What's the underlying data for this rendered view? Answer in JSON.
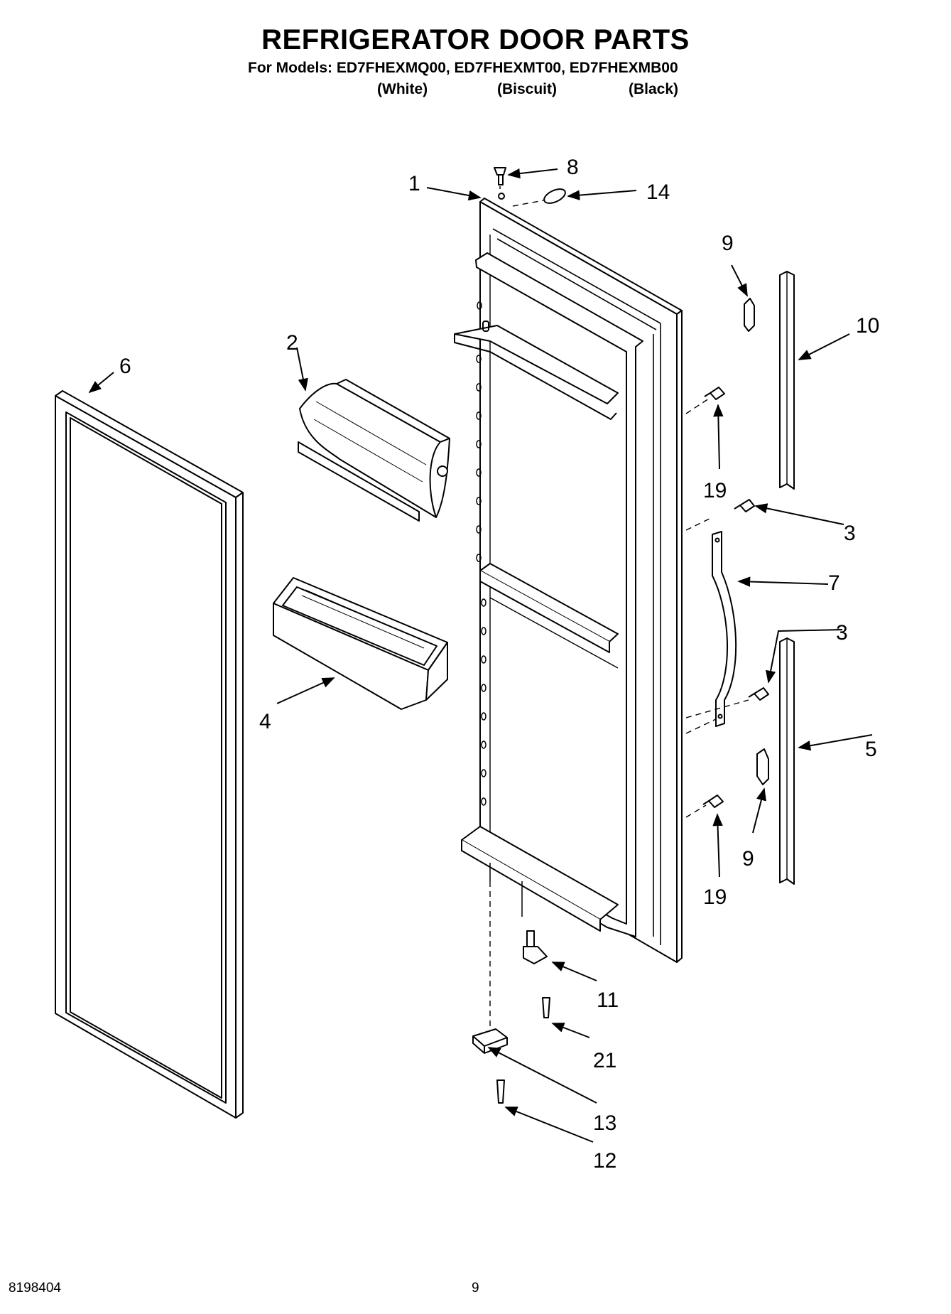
{
  "header": {
    "title": "REFRIGERATOR DOOR PARTS",
    "models_line": "For Models: ED7FHEXMQ00, ED7FHEXMT00, ED7FHEXMB00",
    "colors": [
      "(White)",
      "(Biscuit)",
      "(Black)"
    ]
  },
  "callouts": [
    "1",
    "2",
    "3",
    "3",
    "4",
    "5",
    "6",
    "7",
    "8",
    "9",
    "9",
    "10",
    "11",
    "12",
    "13",
    "14",
    "19",
    "19",
    "21"
  ],
  "footer": {
    "doc_number": "8198404",
    "page_number": "9"
  }
}
